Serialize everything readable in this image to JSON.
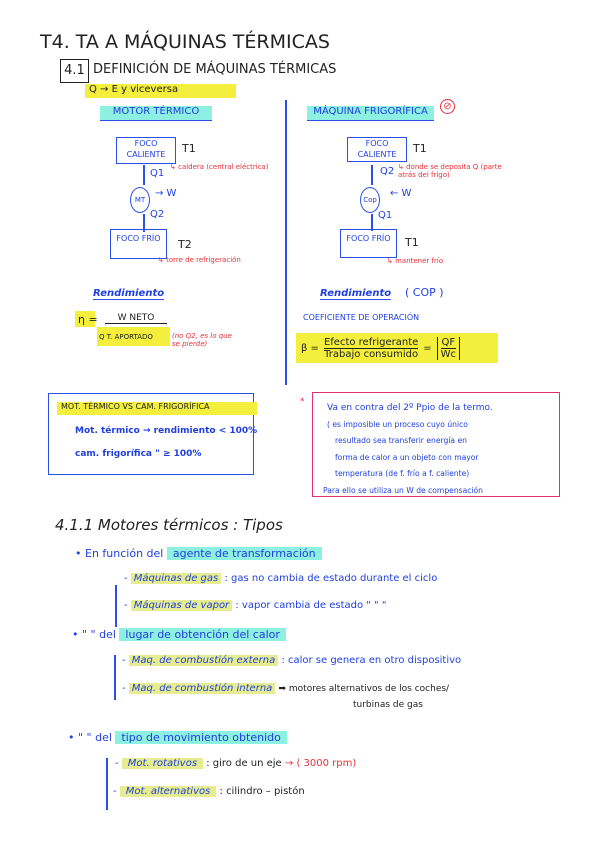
{
  "title": "T4. TA A MÁQUINAS TÉRMICAS",
  "section": {
    "number": "4.1",
    "title": "DEFINICIÓN DE MÁQUINAS TÉRMICAS"
  },
  "intro": "Q → E y viceversa",
  "motor": {
    "label": "MOTOR TÉRMICO",
    "hot": "FOCO CALIENTE",
    "t_hot": "T1",
    "note_hot": "↳ caldera (central eléctrica)",
    "q1": "Q1",
    "engine": "MT",
    "w": "→ W",
    "q2": "Q2",
    "cold": "FOCO FRÍO",
    "t_cold": "T2",
    "note_cold": "↳ torre de refrigeración",
    "rend_title": "Rendimiento",
    "eta": "η =",
    "num": "W NETO",
    "den": "Q T. APORTADO",
    "note_rend": "(no Q2, es lo que se pierde)"
  },
  "fridge": {
    "label": "MÁQUINA FRIGORÍFICA",
    "hot": "FOCO CALIENTE",
    "t_hot": "T1",
    "q2": "Q2",
    "note_hot": "↳ donde se deposita Q (parte atrás del frigo)",
    "engine": "Cop",
    "w": "← W",
    "q1": "Q1",
    "cold": "FOCO FRÍO",
    "t_cold": "T1",
    "note_cold": "↳ mantener frío",
    "rend_title": "Rendimiento",
    "cop": "( COP )",
    "coef": "COEFICIENTE DE OPERACIÓN",
    "beta": "β =",
    "num": "Efecto refrigerante",
    "den": "Trabajo consumido",
    "eq": "=",
    "qnum": "QF",
    "qden": "Wc"
  },
  "compare": {
    "title": "MOT. TÉRMICO VS CAM. FRIGORÍFICA",
    "line1": "Mot. térmico → rendimiento < 100%",
    "line2": "cam. frigorífica \" ≥ 100%"
  },
  "note": {
    "mark": "*",
    "lines": [
      "Va en contra del 2º Ppio de la termo.",
      "( es imposible un proceso cuyo único",
      "resultado sea transferir energía en",
      "forma de calor a un objeto con mayor",
      "temperatura (de f. frío a f. caliente)",
      "Para ello se utiliza un W de compensación"
    ]
  },
  "sub": {
    "title": "4.1.1  Motores térmicos : Tipos",
    "b1_pre": "En función del",
    "b1_hl": "agente de transformación",
    "b1_items": [
      {
        "hl": "Máquinas de gas",
        "text": ": gas no cambia de estado durante el ciclo"
      },
      {
        "hl": "Máquinas de vapor",
        "text": ": vapor cambia de estado \"   \"   \""
      }
    ],
    "b2_pre": "\"    \"        del",
    "b2_hl": "lugar de obtención del calor",
    "b2_items": [
      {
        "hl": "Maq. de combustión externa",
        "text": ": calor se genera en otro dispositivo"
      },
      {
        "hl": "Maq. de combustión interna",
        "text": "➡ motores alternativos de los coches/"
      }
    ],
    "b2_extra": "turbinas de gas",
    "b3_pre": "\"  \"   del",
    "b3_hl": "tipo de movimiento obtenido",
    "b3_items": [
      {
        "hl": "Mot. rotativos",
        "text": ": giro de un eje",
        "red": "→ ( 3000 rpm)"
      },
      {
        "hl": "Mot. alternativos",
        "text": ": cilindro – pistón"
      }
    ]
  }
}
